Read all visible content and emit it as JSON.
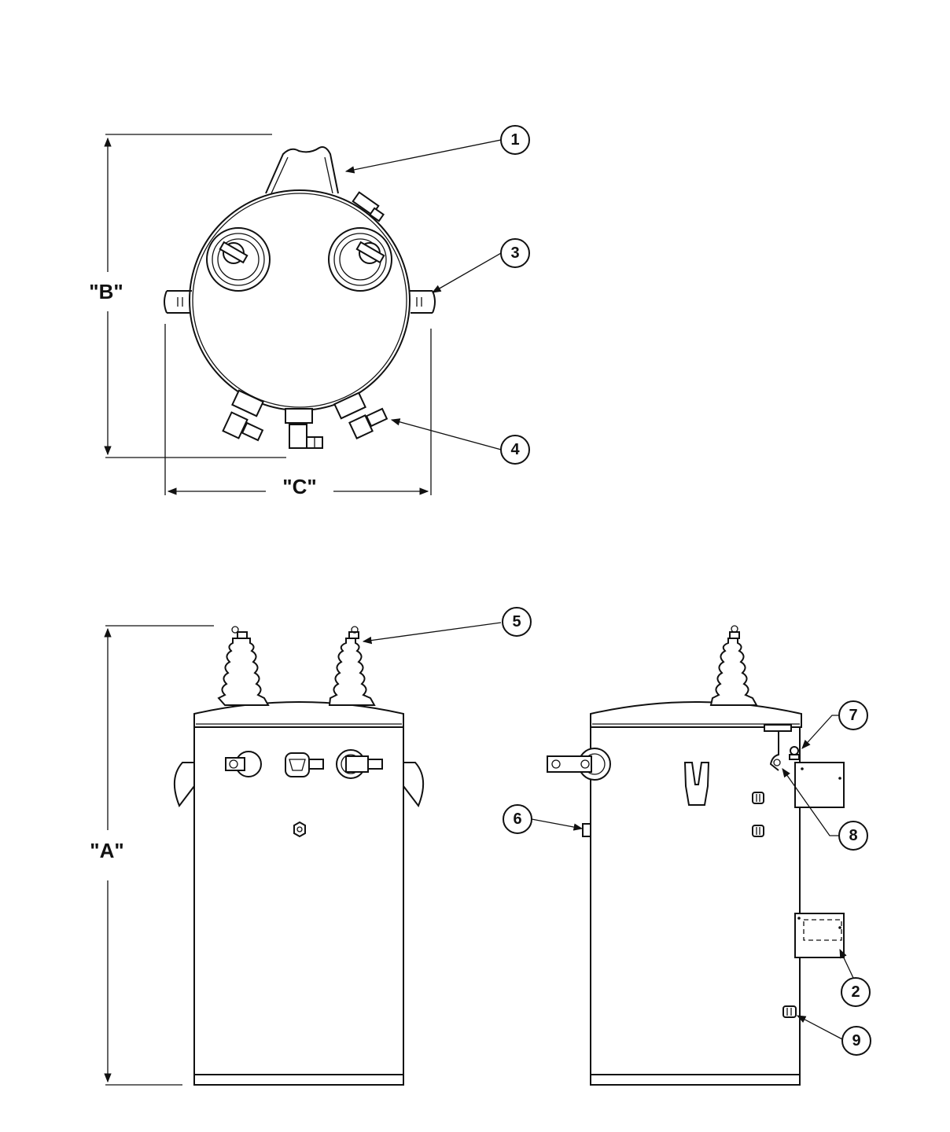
{
  "dimensions": {
    "a": "\"A\"",
    "b": "\"B\"",
    "c": "\"C\""
  },
  "callouts": [
    {
      "id": "1",
      "label": "1"
    },
    {
      "id": "2",
      "label": "2"
    },
    {
      "id": "3",
      "label": "3"
    },
    {
      "id": "4",
      "label": "4"
    },
    {
      "id": "5",
      "label": "5"
    },
    {
      "id": "6",
      "label": "6"
    },
    {
      "id": "7",
      "label": "7"
    },
    {
      "id": "8",
      "label": "8"
    },
    {
      "id": "9",
      "label": "9"
    }
  ],
  "colors": {
    "line": "#111111",
    "background": "#ffffff"
  }
}
